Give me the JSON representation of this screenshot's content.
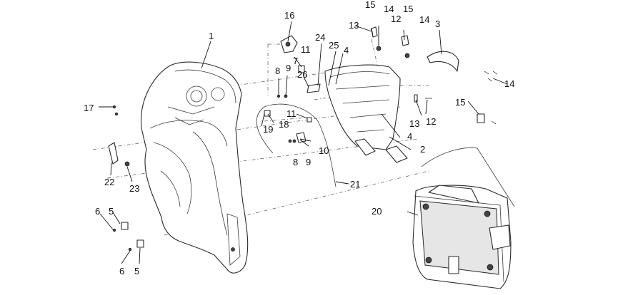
{
  "callouts": [
    {
      "id": "c1",
      "text": "1"
    },
    {
      "id": "c2",
      "text": "2"
    },
    {
      "id": "c3",
      "text": "3"
    },
    {
      "id": "c4a",
      "text": "4"
    },
    {
      "id": "c4b",
      "text": "4"
    },
    {
      "id": "c5a",
      "text": "5"
    },
    {
      "id": "c5b",
      "text": "5"
    },
    {
      "id": "c6a",
      "text": "6"
    },
    {
      "id": "c6b",
      "text": "6"
    },
    {
      "id": "c7",
      "text": "7"
    },
    {
      "id": "c8a",
      "text": "8"
    },
    {
      "id": "c8b",
      "text": "8"
    },
    {
      "id": "c9a",
      "text": "9"
    },
    {
      "id": "c9b",
      "text": "9"
    },
    {
      "id": "c10",
      "text": "10"
    },
    {
      "id": "c11a",
      "text": "11"
    },
    {
      "id": "c11b",
      "text": "11"
    },
    {
      "id": "c12a",
      "text": "12"
    },
    {
      "id": "c12b",
      "text": "12"
    },
    {
      "id": "c13a",
      "text": "13"
    },
    {
      "id": "c13b",
      "text": "13"
    },
    {
      "id": "c14a",
      "text": "14"
    },
    {
      "id": "c14b",
      "text": "14"
    },
    {
      "id": "c14c",
      "text": "14"
    },
    {
      "id": "c15a",
      "text": "15"
    },
    {
      "id": "c15b",
      "text": "15"
    },
    {
      "id": "c15c",
      "text": "15"
    },
    {
      "id": "c16",
      "text": "16"
    },
    {
      "id": "c17",
      "text": "17"
    },
    {
      "id": "c18",
      "text": "18"
    },
    {
      "id": "c19",
      "text": "19"
    },
    {
      "id": "c20",
      "text": "20"
    },
    {
      "id": "c21",
      "text": "21"
    },
    {
      "id": "c22",
      "text": "22"
    },
    {
      "id": "c23",
      "text": "23"
    },
    {
      "id": "c24",
      "text": "24"
    },
    {
      "id": "c25",
      "text": "25"
    },
    {
      "id": "c26",
      "text": "26"
    }
  ]
}
